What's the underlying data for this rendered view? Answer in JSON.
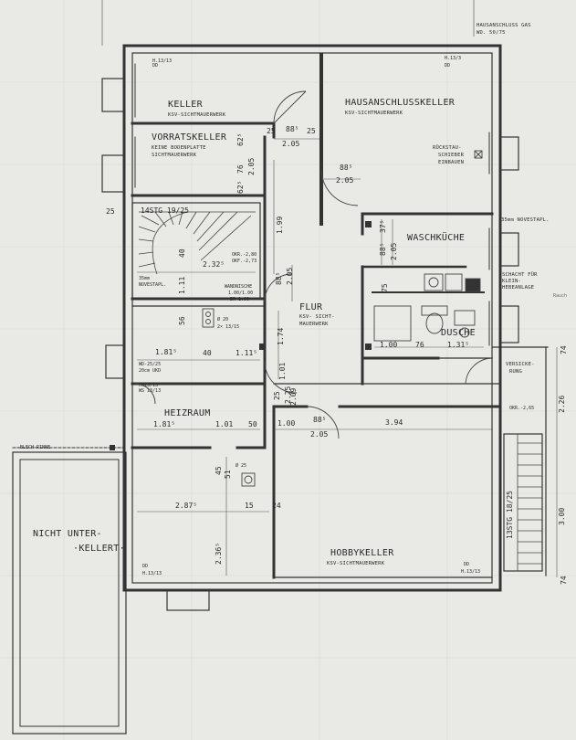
{
  "rooms": {
    "keller": {
      "name": "KELLER",
      "sub": "KSV-SICHTMAUERWERK",
      "tag": "H.13/13\nDD"
    },
    "vorratskeller": {
      "name": "VORRATSKELLER",
      "sub1": "KEINE BODENPLATTE",
      "sub2": "SICHTMAUERWERK"
    },
    "hausanschlusskeller": {
      "name": "HAUSANSCHLUSSKELLER",
      "sub": "KSV-SICHTMAUERWERK",
      "tag1": "H.13/3",
      "tag2": "DD"
    },
    "rueckstau": {
      "l1": "RÜCKSTAU-",
      "l2": "SCHIEBER",
      "l3": "EINBAUEN"
    },
    "waschkueche": {
      "name": "WASCHKÜCHE"
    },
    "dusche": {
      "name": "DUSCHE"
    },
    "flur": {
      "name": "FLUR",
      "sub1": "KSV- SICHT-",
      "sub2": "MAUERWERK"
    },
    "heizraum": {
      "name": "HEIZRAUM"
    },
    "hobbykeller": {
      "name": "HOBBYKELLER",
      "sub": "KSV-SICHTMAUERWERK",
      "tag_left1": "DD",
      "tag_left2": "H.13/13",
      "tag_right1": "DD",
      "tag_right2": "H.13/13"
    },
    "nicht_unterkellert": {
      "l1": "NICHT UNTER-",
      "l2": "·KELLERT·"
    }
  },
  "notes": {
    "top_right1": "HAUSANSCHLUSS GAS",
    "top_right2": "WD. 50/75",
    "stairs": "14STG 19/25",
    "novestapl_left1": "35mm",
    "novestapl_left2": "NOVESTAPL.",
    "novestapl_right": "35mm NOVESTAPL.",
    "okr1": "OKR.-2,80",
    "okr2": "OKF.-2,73",
    "wandnische1": "WANDNISCHE",
    "wandnische2": "1.00/1.00",
    "wandnische3": "BR 1.00",
    "schacht1": "SCHACHT FÜR",
    "schacht2": "KLEIN-",
    "schacht3": "HEBEANLAGE",
    "versicker1": "VERSICKE-",
    "versicker2": "RUNG",
    "okr3": "OKR.-2,65",
    "pipe1": "Ø 20",
    "pipe2": "2× 13/15",
    "pipe3": "Ø 25",
    "wd1": "WD-25/25",
    "wd2": "20cm UKD",
    "ws": "WS 13/13",
    "blechrinne": "BLECH-RINNE",
    "stg2": "13STG 18/25",
    "tag_h1": "H.13/13",
    "handnote": "Rauch"
  },
  "dims": {
    "d625a": "62⁵",
    "d25a": "25",
    "d885a": "88⁵",
    "d25b": "25",
    "d205a": "2.05",
    "d625b": "62⁵",
    "d76a": "76",
    "d205b": "2.05",
    "d885b": "88⁵",
    "d205c": "2.05",
    "d25c": "25",
    "d40a": "40",
    "d2325": "2.32⁵",
    "d199": "1.99",
    "d885c": "88⁵",
    "d205d": "2.05",
    "d885d": "88⁵",
    "d205e": "2.05",
    "d375": "37⁵",
    "d75": "75",
    "d111": "1.11",
    "d56": "56",
    "d1815a": "1.81⁵",
    "d40b": "40",
    "d1115": "1.11⁵",
    "d174": "1.74",
    "d100a": "1.00",
    "d76b": "76",
    "d1315": "1.31⁵",
    "d25d": "25",
    "d2x25": "2.25",
    "d101a": "1.01",
    "d209": "2.09",
    "d1815b": "1.81⁵",
    "d101b": "1.01",
    "d50": "50",
    "d100b": "1.00",
    "d885e": "88⁵",
    "d205f": "2.05",
    "d394": "3.94",
    "d455": "45",
    "d51": "51",
    "d2875": "2.87⁵",
    "d15": "15",
    "d24": "24",
    "d2365": "2.36⁵",
    "d226": "2.26",
    "d300": "3.00",
    "d74a": "74",
    "d74b": "74"
  }
}
